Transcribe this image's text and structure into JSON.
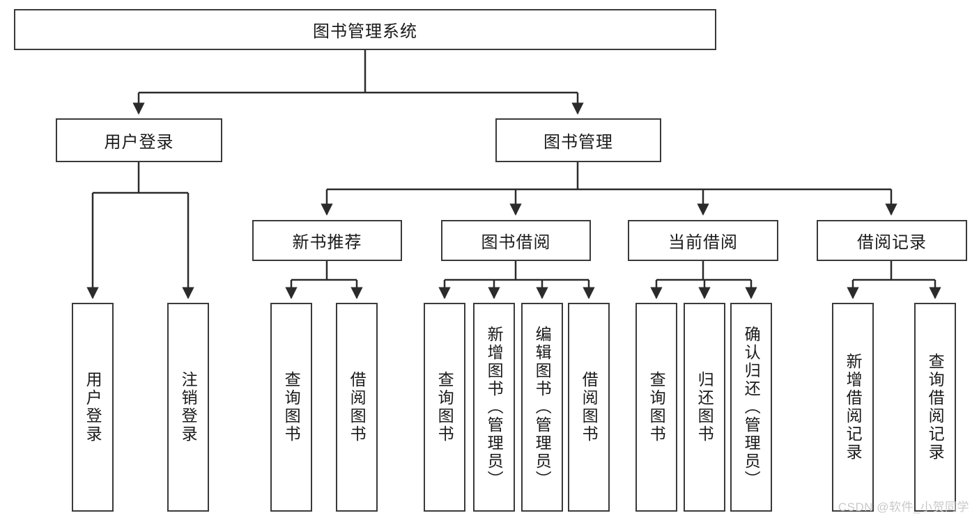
{
  "diagram": {
    "title": "图书管理系统",
    "root": {
      "label": "图书管理系统"
    },
    "level2": [
      {
        "label": "用户登录"
      },
      {
        "label": "图书管理"
      }
    ],
    "level3": [
      {
        "label": "新书推荐"
      },
      {
        "label": "图书借阅"
      },
      {
        "label": "当前借阅"
      },
      {
        "label": "借阅记录"
      }
    ],
    "leaves": {
      "user_login": [
        {
          "label": "用户登录"
        },
        {
          "label": "注销登录"
        }
      ],
      "new_book_recommend": [
        {
          "label": "查询图书"
        },
        {
          "label": "借阅图书"
        }
      ],
      "book_borrow": [
        {
          "label": "查询图书"
        },
        {
          "label": "新增图书（管理员）"
        },
        {
          "label": "编辑图书（管理员）"
        },
        {
          "label": "借阅图书"
        }
      ],
      "current_borrow": [
        {
          "label": "查询图书"
        },
        {
          "label": "归还图书"
        },
        {
          "label": "确认归还（管理员）"
        }
      ],
      "borrow_record": [
        {
          "label": "新增借阅记录"
        },
        {
          "label": "查询借阅记录"
        }
      ]
    }
  },
  "watermark": {
    "text": "CSDN @软件_小贺同学"
  },
  "colors": {
    "stroke": "#3a3a3a",
    "text": "#1a1a1a",
    "background": "#ffffff",
    "watermark": "#c9c9c9"
  }
}
